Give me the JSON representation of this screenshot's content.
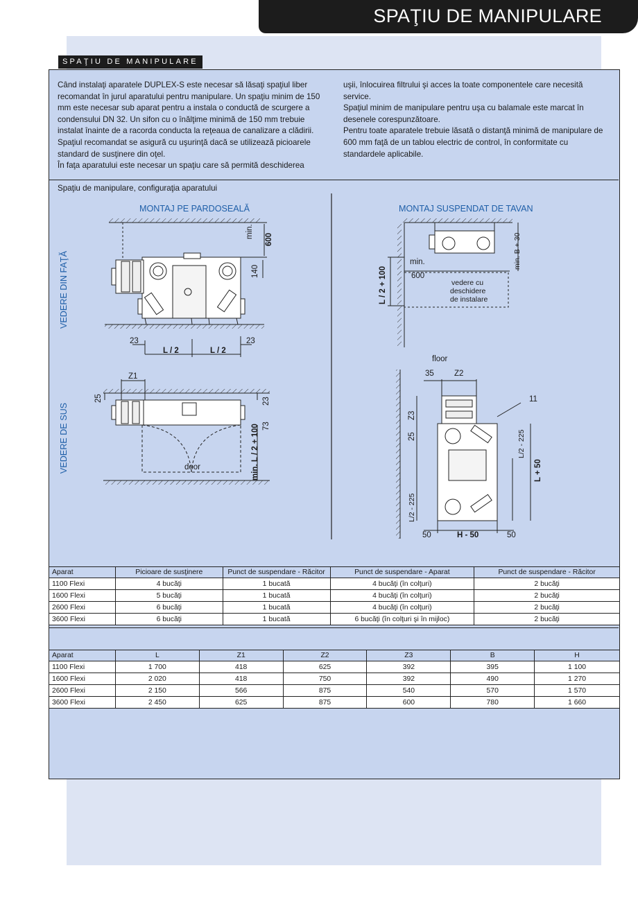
{
  "header": {
    "title": "SPAŢIU DE MANIPULARE"
  },
  "section": {
    "label": "SPAŢIU DE MANIPULARE"
  },
  "intro": {
    "left": [
      "Când instalaţi aparatele DUPLEX-S este necesar să lăsaţi spaţiul liber recomandat în jurul aparatului pentru manipulare. Un spaţiu minim de 150 mm este necesar sub aparat pentru a instala o conductă de scurgere a condensului DN 32. Un sifon cu o înălţime minimă de 150 mm trebuie instalat înainte de a racorda conducta la reţeaua de canalizare a clădirii. Spaţiul recomandat se asigură cu uşurinţă dacă se utilizează picioarele standard de susţinere din oţel.",
      "În faţa aparatului este necesar un spaţiu care să permită deschiderea"
    ],
    "right": [
      "uşii, înlocuirea filtrului şi acces la toate componentele care necesită service.",
      "Spaţiul minim de manipulare pentru uşa cu balamale este marcat în desenele corespunzătoare.",
      "Pentru toate aparatele trebuie lăsată o distanţă minimă de manipulare de 600 mm faţă de un tablou electric de control, în conformitate cu standardele aplicabile."
    ]
  },
  "diagram": {
    "caption": "Spaţiu de manipulare, configuraţia aparatului",
    "floor_title": "MONTAJ PE PARDOSEALĂ",
    "ceiling_title": "MONTAJ SUSPENDAT DE TAVAN",
    "front_view": "VEDERE DIN FAŢĂ",
    "top_view": "VEDERE DE SUS",
    "labels": {
      "min": "min.",
      "v600": "600",
      "v140": "140",
      "v23a": "23",
      "v23b": "23",
      "l2a": "L / 2",
      "l2b": "L / 2",
      "z1": "Z1",
      "v25": "25",
      "v23c": "23",
      "v73": "73",
      "minl2": "min. L / 2 + 100",
      "door": "door",
      "l2_100": "L / 2 + 100",
      "min2": "min.",
      "v600b": "600",
      "minb30": "min. B + 30",
      "vedere": [
        "vedere cu",
        "deschidere",
        "de instalare"
      ],
      "floor": "floor",
      "v35": "35",
      "z2": "Z2",
      "v11": "11",
      "z3": "Z3",
      "v25b": "25",
      "l2_225a": "L/2 - 225",
      "l50": "L + 50",
      "l2_225b": "L/2 - 225",
      "v50a": "50",
      "h50": "H - 50",
      "v50b": "50"
    }
  },
  "table1": {
    "headers": [
      "Aparat",
      "Picioare de susţinere",
      "Punct de suspendare - Răcitor",
      "Punct de suspendare - Aparat",
      "Punct de suspendare - Răcitor"
    ],
    "rows": [
      [
        "1100 Flexi",
        "4 bucăţi",
        "1 bucată",
        "4 bucăţi (în colţuri)",
        "2 bucăţi"
      ],
      [
        "1600 Flexi",
        "5 bucăţi",
        "1 bucată",
        "4 bucăţi (în colţuri)",
        "2 bucăţi"
      ],
      [
        "2600 Flexi",
        "6 bucăţi",
        "1 bucată",
        "4 bucăţi (în colţuri)",
        "2 bucăţi"
      ],
      [
        "3600 Flexi",
        "6 bucăţi",
        "1 bucată",
        "6 bucăţi (în colţuri şi în mijloc)",
        "2 bucăţi"
      ]
    ]
  },
  "table2": {
    "headers": [
      "Aparat",
      "L",
      "Z1",
      "Z2",
      "Z3",
      "B",
      "H"
    ],
    "rows": [
      [
        "1100 Flexi",
        "1 700",
        "418",
        "625",
        "392",
        "395",
        "1 100"
      ],
      [
        "1600 Flexi",
        "2 020",
        "418",
        "750",
        "392",
        "490",
        "1 270"
      ],
      [
        "2600 Flexi",
        "2 150",
        "566",
        "875",
        "540",
        "570",
        "1 570"
      ],
      [
        "3600 Flexi",
        "2 450",
        "625",
        "875",
        "600",
        "780",
        "1 660"
      ]
    ]
  }
}
